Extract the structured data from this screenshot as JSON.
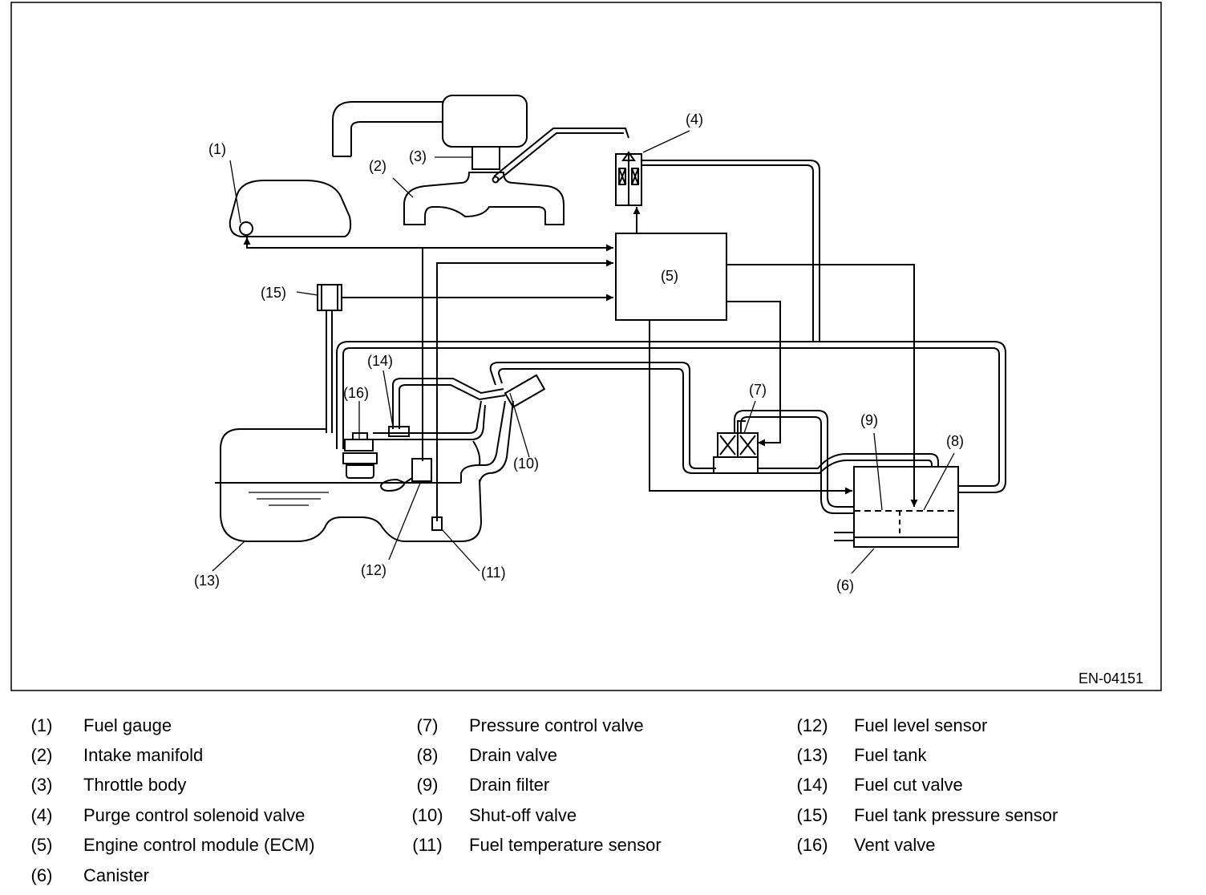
{
  "figure_code": "EN-04151",
  "callouts": [
    "(1)",
    "(2)",
    "(3)",
    "(4)",
    "(5)",
    "(6)",
    "(7)",
    "(8)",
    "(9)",
    "(10)",
    "(11)",
    "(12)",
    "(13)",
    "(14)",
    "(15)",
    "(16)"
  ],
  "legend": [
    {
      "num": "(1)",
      "label": "Fuel gauge"
    },
    {
      "num": "(2)",
      "label": "Intake manifold"
    },
    {
      "num": "(3)",
      "label": "Throttle body"
    },
    {
      "num": "(4)",
      "label": "Purge control solenoid valve"
    },
    {
      "num": "(5)",
      "label": "Engine control module (ECM)"
    },
    {
      "num": "(6)",
      "label": "Canister"
    },
    {
      "num": "(7)",
      "label": "Pressure control valve"
    },
    {
      "num": "(8)",
      "label": "Drain valve"
    },
    {
      "num": "(9)",
      "label": "Drain filter"
    },
    {
      "num": "(10)",
      "label": "Shut-off valve"
    },
    {
      "num": "(11)",
      "label": "Fuel temperature sensor"
    },
    {
      "num": "(12)",
      "label": "Fuel level sensor"
    },
    {
      "num": "(13)",
      "label": "Fuel tank"
    },
    {
      "num": "(14)",
      "label": "Fuel cut valve"
    },
    {
      "num": "(15)",
      "label": "Fuel tank pressure sensor"
    },
    {
      "num": "(16)",
      "label": "Vent valve"
    }
  ]
}
